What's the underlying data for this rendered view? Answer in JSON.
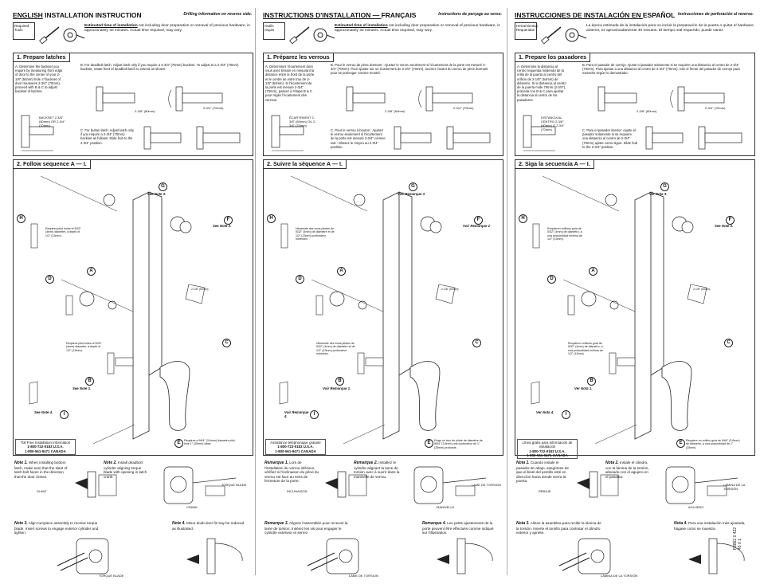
{
  "cols": [
    {
      "title_pre": "ENGLISH",
      "title_post": " INSTALLATION INSTRUCTION",
      "subtitle": "Drilling information on reverse side.",
      "req_label": "Required Tools",
      "req_text_b": "Estimated time of installation",
      "req_text": " not including door preparation or removal of previous hardware, is approximately 40 minutes.  Actual time required, may vary.",
      "s1": "1. Prepare latches",
      "pA": "A. Determine the backset you require by measuring from edge of door to the center of your 2-1/8\" (54mm) hole.  If backset of door measures 2-3/4\" (70mm), proceed with B & C to adjust backset of latches.",
      "pA_lbl": "BACKSET 2-3/8\" (60mm) OR 2-3/4\" (70mm)",
      "pB": "B. For deadbolt latch: Adjust latch only if you require a 2-3/4\" (70mm) backset. To adjust to a 2-3/4\" (70mm) backset, rotate front of deadbolt latch to extend as shown.",
      "pC": "C. For button latch: Adjust latch only if you require a 2-3/4\" (70mm) backset as follows: Slide hub to the 2-3/4\" position.",
      "d1": "2-3/8\" (60mm)",
      "d2": "2-3/4\" (70mm)",
      "s2": "2. Follow sequence A — I.",
      "seeG": "See Note 3.",
      "seeF": "See Note 2.",
      "seeB": "See Note 1.",
      "seeI": "See Note 4.",
      "pilot1": "Requires pilot holes of 5/32\" (4mm) diameter, a depth of 1/2\" (13mm).",
      "pilot2": "Requires pilot holes of 5/32\" (4mm) diameter, a depth of 1/2\" (13mm).",
      "dim": "2-1/8\" (54mm)",
      "drillE": "Requires a 9/64\" (3.6mm) diameter pilot hole 1\" (25mm) deep.",
      "toll": "Toll Free Installation Information",
      "toll1": "1-800-722-0183 U.S.A.",
      "toll2": "1-800-561-9471 CANADA",
      "n1b": "Note 1.",
      "n1": "  When installing bottom latch, make sure that the slant of latch bolt faces in the direction that the door closes.",
      "n2b": "Note 2.",
      "n2": "  Install deadbolt cylinder aligning torque blade with opening in latch crank.",
      "n3b": "Note 3.",
      "n3": "  Align turnpiece assembly to receive torque blade. Insert screws to engage exterior cylinder and tighten.",
      "n4b": "Note 4.",
      "n4": "  Minor knob door fit may be reduced as illustrated.",
      "lbl_slant": "SLANT",
      "lbl_torque": "TORQUE BLADE",
      "lbl_crank": "CRANK",
      "lbl_torque2": "TORQUE BLADE"
    },
    {
      "title_pre": "INSTRUCTIONS D'INSTALLATION — ",
      "title_post": "FRANÇAIS",
      "subtitle": "Instructions de perçage au verso.",
      "req_label": "Outils requis",
      "req_text_b": "Estimated time of installation",
      "req_text": " not including door preparation or removal of previous hardware, is approximately 40 minutes.  Actual time required, may vary.",
      "s1": "1. Préparez  les verrous",
      "pA": "A. Déterminez l'écartement dont vous avez besoin en mesurant la distance entre le bord de la porte et le centre de votre trou de 2-1/8\" (54mm). Si l'écartement de la porte est mesure 2-3/4\" (70mm), passez à l'étape B & C pour régler l'écartement des verrous.",
      "pA_lbl": "ÉCARTEMENT 2-3/8\" (60mm) OU 2-3/4\" (70mm)",
      "pB": "B. Pour le verrou de pène dormant : Ajustez le verrou seulement si l'écartement de la porte est mesuré 2-3/4\" (70mm). Pour ajuster sur un écartement de 2-3/4\" (70mm), tournez l'avant du verrou de pène dormant pour se prolonger comme montré.",
      "pC": "C. Pour le verrou à bouton : Ajustez le verrou seulement si l'écartement de la porte est mesuré 2-3/4\" comme suit : Glissez le moyeu au 2-3/4\" position.",
      "d1": "2-3/8\" (60mm)",
      "d2": "2-3/4\" (70mm)",
      "s2": "2. Suivre la séquence  A — I.",
      "seeG": "Voir Remarque 3",
      "seeF": "Voir Remarque 2",
      "seeB": "Voir Remarque 1.",
      "seeI": "Voir Remarque 4.",
      "pilot1": "Nécessite des trous pilotes de 5/32\" (4mm) de diamètre et de 1/2\" (13mm) profondeur minimum.",
      "pilot2": "Nécessite des trous pilotes de 5/32\" (4mm) de diamètre et de 1/2\" (13mm) profondeur minimum.",
      "dim": "2-1/8\" (54mm)",
      "drillE": "Exige un trou de pilote de diamètre de 9/64\" (3.6mm) une profondeur de 1\" (25mm) profonde.",
      "toll": "Assistance téléphonique gratuite",
      "toll1": "1-800-722-0183 U.S.A.",
      "toll2": "1-800-561-9471 CANADA",
      "n1b": "Remarque 1.",
      "n1": "  Lors de l'installation du verrou inférieur, vérifiez si l'inclinaison du pêne du verrou est face au sens de fermeture de la porte.",
      "n2b": "Remarque 2.",
      "n2": "  Installez le cylindre alignant la lame de torsion avec à ouvrir dans la manivelle de verrou.",
      "n3b": "Remarque 3.",
      "n3": "  Alignez l'assemblée pour recevoir la lame de torsion.  Insérez les vis pour engager le cylindre extérieur et serrez.",
      "n4b": "Remarque 4.",
      "n4": "  Les petits ajustements de la porte peuvent être effectués comme indiqué sur l'illustration.",
      "lbl_slant": "INCLINAISON",
      "lbl_torque": "LAME DE TORSION",
      "lbl_crank": "MANIVELLE",
      "lbl_torque2": "LAME DE TORSION"
    },
    {
      "title_pre": "INSTRUCCIONES DE INSTALACIÓN EN ",
      "title_post": "ESPAÑOL",
      "subtitle": "Instrucciones de perforación al reverso.",
      "req_label": "Herramientas Requeridas",
      "req_text_b": "",
      "req_text": "La época estimada de la instalación  para no incluir la preparación de la puerta o quitar el hardware anterior, es aproximadamente 40 minutos.  El tiempo real requerido, puede variar.",
      "s1": "1. Prepare los pasadores",
      "pA": "A. Determine la distancia al centro requerida midiendo de la orilla de la puerta al centro del orificio de 2-1/8\" (54mm) de diámetro.  Si la distancia al centro de la puerta mide 70mm (2-3/4\"), proceda con B & C para ajustar la distancia al centro de los pasadores.",
      "pA_lbl": "DISTANCIA AL CENTRO 2-3/8\" (60mm) O 2-3/4\" (70mm)",
      "pB": "B. Para el pasador de cerrojo: Ajuste el pasador solamente si se requiere una distancia al centro de 2-3/4\" (70mm). Para ajustar a una distancia al centro de 2-3/4\" (70mm), rote el frente del pasador de cerrojo para extender según lo demostrado.",
      "pC": "C. Para el pasador interior: Ajuste el pasador solamente si se requiere una distancia al centro de  2-3/4\" (70mm) ajuste como sigue. Slide hub to the 2-3/4\" position.",
      "d1": "2-3/8\" (60mm)",
      "d2": "2-3/4\" (70mm)",
      "s2": "2. Siga la secuencia A — I.",
      "seeG": "Ver Nota 3.",
      "seeF": "See Note 2.",
      "seeB": "Ver Nota 1.",
      "seeI": "Ver Nota 4.",
      "pilot1": "Requieren orificios guía de 5/32\" (4mm) de diámetro, a una profundidad mínima de 1/2\" (13mm).",
      "pilot2": "Requieren orificios guía de 5/32\" (4mm) de diámetro, a una profundidad mínima de 1/2\" (13mm).",
      "dim": "2-1/8\" (54mm)",
      "drillE": "Requiere un orificio guía de 9/64\" (3.6mm) de diámetro, a una profundidad de 1\" (25mm).",
      "toll": "Línea gratis para información de instalación",
      "toll1": "1-800-722-0183 U.S.A.",
      "toll2": "1-800-561-9471 CANADA",
      "n1b": "Nota 1.",
      "n1": "  Cuando instale el pasador de abajo, asegúrese de que el bisel del pestillo esté en dirección hacia donde cierra la puerta.",
      "n2b": "Nota 2.",
      "n2": "  Instale el cilindro, con la lámina de la torsión, alineado con el agujero en el pasador.",
      "n3b": "Nota 3.",
      "n3": "  Alinee la asamblea para recibir la lámina de la torsión. Inserte el tornillo para contratar el cilindro exterior y apriete.",
      "n4b": "Nota 4.",
      "n4": "  Para una instalación más ajustada, hágase como se muestra.",
      "lbl_slant": "REBAJE",
      "lbl_torque": "LÁMINA DE LA TORSIÓN",
      "lbl_crank": "AGUJERO",
      "lbl_torque2": "LÁMINA DE LA TORSIÓN"
    }
  ],
  "callouts": [
    "A",
    "B",
    "C",
    "D",
    "E",
    "F",
    "G",
    "H",
    "I"
  ],
  "doc_code": "F3862 0 422 43 0 1"
}
